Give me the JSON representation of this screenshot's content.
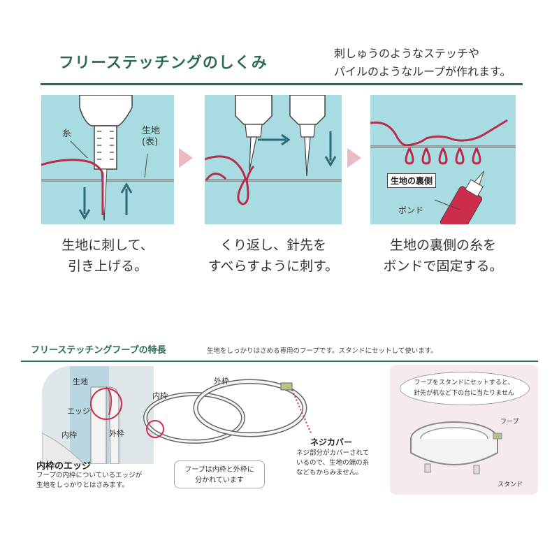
{
  "section1": {
    "title": "フリーステッチングのしくみ",
    "description": "刺しゅうのようなステッチや\nパイルのようなループが作れます。",
    "panel1": {
      "label_thread": "糸",
      "label_fabric": "生地\n(表)",
      "caption": "生地に刺して、\n引き上げる。"
    },
    "panel2": {
      "caption": "くり返し、針先を\nすべらすように刺す。"
    },
    "panel3": {
      "label_back": "生地の裏側",
      "label_bond": "ボンド",
      "caption": "生地の裏側の糸を\nボンドで固定する。"
    }
  },
  "section2": {
    "title": "フリーステッチングフープの特長",
    "description": "生地をしっかりはさめる専用のフープです。スタンドにセットして使います。",
    "detail": {
      "label_fabric": "生地",
      "label_edge": "エッジ",
      "label_inner": "内枠",
      "label_outer": "外枠",
      "heading": "内枠のエッジ",
      "text": "フープの内枠についているエッジが\n生地をしっかりとはさみます。"
    },
    "rings": {
      "label_inner": "内枠",
      "label_outer": "外枠",
      "bubble": "フープは内枠と外枠に\n分かれています"
    },
    "screw": {
      "heading": "ネジカバー",
      "text": "ネジ部分がカバーされて\nいるので、生地の端の糸\nなどもからみません。"
    },
    "stand": {
      "note": "フープをスタンドにセットすると、\n針先が机など下の台に当たりません",
      "label_hoop": "フープ",
      "label_stand": "スタンド"
    }
  }
}
